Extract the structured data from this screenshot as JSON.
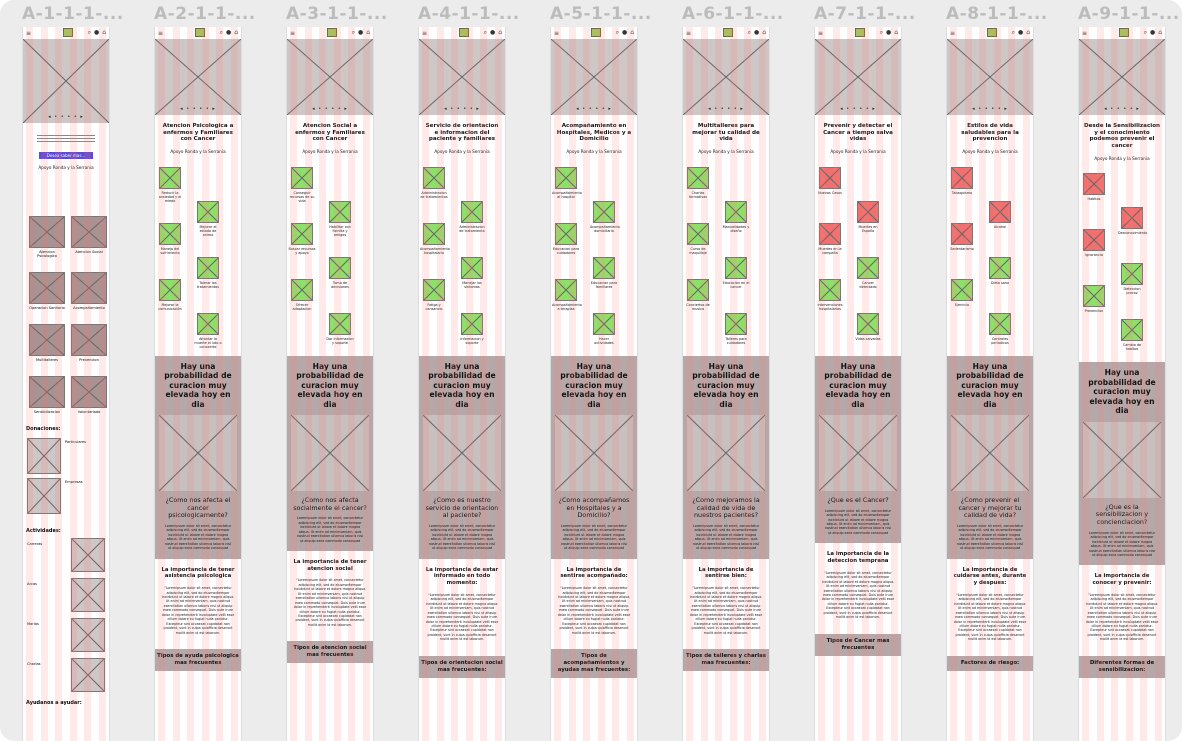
{
  "frames": [
    {
      "title": "A-1-1-1-...",
      "kind": "home"
    },
    {
      "title": "A-2-1-1-...",
      "heading": "Atencion Psicologica a enfermos y Familiares con Cancer",
      "tile_color": "green",
      "tiles": [
        "Reducir la ansiedad y el miedo",
        "Mejorar el estado de animo",
        "Manejo del sufrimiento",
        "Tolerar los tratamientos",
        "Mejorar la comunicación",
        "Afrontar la muerte el luto o conocerte"
      ],
      "big_title": "Hay una probabilidad de curacion muy elevada hoy en dia",
      "question": "¿Como nos afecta el cancer psicologicamente?",
      "sec_title": "La importancia de tener asistencia psicologica",
      "bottom": "Tipos de ayuda psicologica mas frecuentes"
    },
    {
      "title": "A-3-1-1-...",
      "heading": "Atencion Social a enfermos y Familiares con Cancer",
      "tile_color": "green",
      "tiles": [
        "Conseguir recursos de su vida",
        "Habilitar con Familia y amigos",
        "Buscar recursos y apoyo",
        "Toma de decisiones",
        "Ofrecer adaptacion",
        "Dar informacion y soporte"
      ],
      "big_title": "Hay una probabilidad de curacion muy elevada hoy en dia",
      "question": "¿Como nos afecta socialmente el cancer?",
      "sec_title": "La importancia de tener atencion social",
      "bottom": "Tipos de atencion social mas frecuentes"
    },
    {
      "title": "A-4-1-1-...",
      "heading": "Servicio de orientacion e informacion del paciente y familiares",
      "tile_color": "green",
      "tiles": [
        "Administracion de tratamientos",
        "Administracion de tratamiento",
        "Acompañamiento hospitalario",
        "Manejar los sintomas",
        "Fatiga y cansancio",
        "Informacion y soporte"
      ],
      "big_title": "Hay una probabilidad de curacion muy elevada hoy en dia",
      "question": "¿Como es nuestro servicio de orientacion al paciente?",
      "sec_title": "La importancia de estar informado en todo momento:",
      "bottom": "Tipos de orientacion social mas frecuentes:"
    },
    {
      "title": "A-5-1-1-...",
      "heading": "Acompañamiento en Hospitales, Medicos y a Domicilio",
      "tile_color": "green",
      "tiles": [
        "Acompañamiento al hospital",
        "Acompañamiento domiciliario",
        "Educacion para cuidadores",
        "Educacion para familiares",
        "Acompañamiento a terapias",
        "Hacer actividades"
      ],
      "big_title": "Hay una probabilidad de curacion muy elevada hoy en dia",
      "question": "¿Como acompañamos en Hospitales y a Domicilio?",
      "sec_title": "La importancia de sentirse acompañado:",
      "bottom": "Tipos de acompañamientos y ayudas mas frecuentes:"
    },
    {
      "title": "A-6-1-1-...",
      "heading": "Multitalleres para mejorar tu calidad de vida",
      "tile_color": "green",
      "tiles": [
        "Charlas formativas",
        "Manualidades y diseño",
        "Curso de maquillaje",
        "Educacion en el cancer",
        "Conciertos de musica",
        "Talleres para cuidadores"
      ],
      "big_title": "Hay una probabilidad de curacion muy elevada hoy en dia",
      "question": "¿Como mejoramos la calidad de vida de nuestros pacientes?",
      "sec_title": "La importancia de sentirse bien:",
      "bottom": "Tipos de talleres y charlas mas frecuentes:"
    },
    {
      "title": "A-7-1-1-...",
      "heading": "Prevenir y detectar el Cancer a tiempo salva vidas",
      "tile_color": "mixed",
      "tiles": [
        "Nuevos Casos",
        "Muertes en España",
        "Muertes en la campaña",
        "Cancer detectado",
        "Intervenciones hospitalarias",
        "Vidas salvadas"
      ],
      "big_title": "Hay una probabilidad de curacion muy elevada hoy en dia",
      "question": "¿Que es el Cancer?",
      "sec_title": "La importancia de la deteccion temprana",
      "bottom": "Tipos de Cancer mas frecuentes"
    },
    {
      "title": "A-8-1-1-...",
      "heading": "Estilos de vida saludables para la prevencion",
      "tile_color": "mixed",
      "tiles": [
        "Tabaquismo",
        "Alcohol",
        "Sedentarismo",
        "Dieta sana",
        "Ejercicio",
        "Controles periodicos"
      ],
      "big_title": "Hay una probabilidad de curacion muy elevada hoy en dia",
      "question": "¿Como prevenir el cancer y mejorar tu calidad de vida?",
      "sec_title": "La importancia de cuidarse antes, durante y despues:",
      "bottom": "Factores de riesgo:"
    },
    {
      "title": "A-9-1-1-...",
      "heading": "Desde la Sensibilizacion y el conocimiento podemos prevenir el cancer",
      "tile_color": "mixed",
      "tiles": [
        "Habitos",
        "Desconocimiento",
        "Ignorancia",
        "Deteccion precoz",
        "Prevencion",
        "Cambio de habitos"
      ],
      "big_title": "Hay una probabilidad de curacion muy elevada hoy en dia",
      "question": "¿Que es la sensibilizacion y concienciacion?",
      "sec_title": "La importancia de conocer y prevenir:",
      "bottom": "Diferentes formas de sensibilizacion:"
    }
  ],
  "common": {
    "sub": "Apoyo Ronda y la Serrania",
    "lorem_short": "Loremipsum dolor sit amet, consectetur adipiscing elit, sed do eiusmodtempor incididunt ut labore et dolore magna aliqua. Ut enim ad minimveniam, quis nostrud exercitation ullamco laboris nisi ut aliquip exea commodo consequat",
    "lorem_long": "\"Loremipsum dolor sit amet, consectetur adipiscing elit, sed do eiusmodtempor incididunt ut labore et dolore magna aliqua. Ut enim ad minimveniam, quis nostrud exercitation ullamco laboris nisi ut aliquip exea commodo consequat. Duis aute irure dolor in reprehenderit involuptate velit esse cillum dolore eu fugiat nulla pariatur. Excepteur sint occaecat cupidatat non proident, sunt in culpa quiofficia deserunt mollit anim id est laborum."
  },
  "home": {
    "cta": "Desea saber mas...",
    "sub": "Apoyo Ronda y la Serrania",
    "cards": [
      "Atencion Psicologica",
      "Atencion Social",
      "Operacion Sanitario",
      "Acompañamiento",
      "Multitalleres",
      "Prevencion",
      "Sensibilizacion",
      "Voluntariado"
    ],
    "donaciones": "Donaciones:",
    "particulares": "Particulares",
    "empresas": "Empresas",
    "actividades": "Actividades:",
    "act_items": [
      "Carreras",
      "Arcos",
      "Marias",
      "Charlas"
    ],
    "ayudanos": "Ayudanos a ayudar:"
  },
  "colors": {
    "green": "#8ee06b",
    "red": "#f07070",
    "gray": "#a89292",
    "dark": "#b6a8a8",
    "cta": "#5a4ad6"
  }
}
